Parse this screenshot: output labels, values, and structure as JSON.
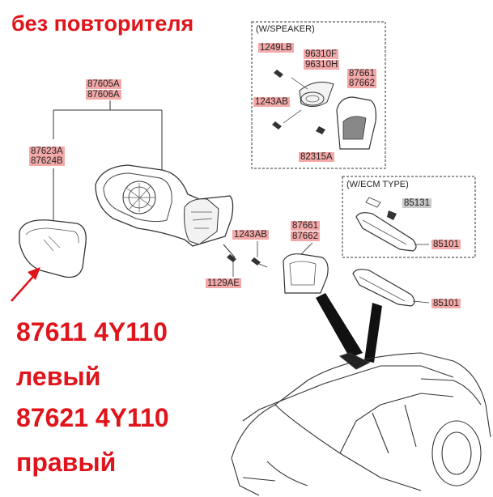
{
  "header_note": "без повторителя",
  "group_speaker": {
    "title": "(W/SPEAKER)"
  },
  "group_ecm": {
    "title": "(W/ECM TYPE)"
  },
  "parts": {
    "p87605A": "87605A",
    "p87606A": "87606A",
    "p87623A": "87623A",
    "p87624B": "87624B",
    "p1249LB": "1249LB",
    "p96310F": "96310F",
    "p96310H": "96310H",
    "p87661_top": "87661",
    "p87662_top": "87662",
    "p1243AB_top": "1243AB",
    "p82315A": "82315A",
    "p85131": "85131",
    "p85101_ecm": "85101",
    "p87661_mid": "87661",
    "p87662_mid": "87662",
    "p1243AB_mid": "1243AB",
    "p1129AE": "1129AE",
    "p85101_lower": "85101"
  },
  "callouts": {
    "left_code": "87611 4Y110",
    "left_word": "левый",
    "right_code": "87621 4Y110",
    "right_word": "правый"
  },
  "colors": {
    "accent": "#e0141b",
    "label_bg": "#f4a8a8",
    "label_gray": "#c9c9c9"
  }
}
